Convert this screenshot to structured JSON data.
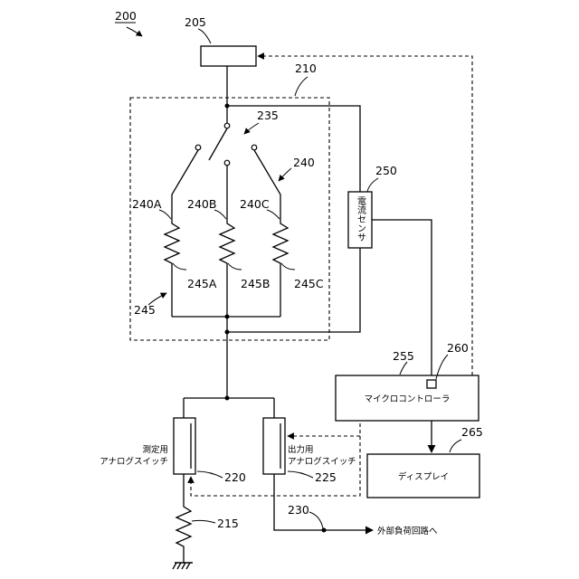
{
  "refs": {
    "fig": "200",
    "controller_top": "205",
    "switch_box": "210",
    "ground_resistor": "215",
    "measure_switch": "220",
    "output_switch": "225",
    "output_line": "230",
    "rotary_switch": "235",
    "contacts": "240",
    "contact_a": "240A",
    "contact_b": "240B",
    "contact_c": "240C",
    "resistor_a": "245A",
    "resistor_b": "245B",
    "resistor_c": "245C",
    "resistor_group": "245",
    "current_sensor": "250",
    "microcontroller": "255",
    "mc_port": "260",
    "display": "265"
  },
  "labels": {
    "current_sensor": "電流センサ",
    "microcontroller": "マイクロコントローラ",
    "display": "ディスプレイ",
    "measure_switch_line1": "測定用",
    "measure_switch_line2": "アナログスイッチ",
    "output_switch_line1": "出力用",
    "output_switch_line2": "アナログスイッチ",
    "external_load": "外部負荷回路へ"
  }
}
